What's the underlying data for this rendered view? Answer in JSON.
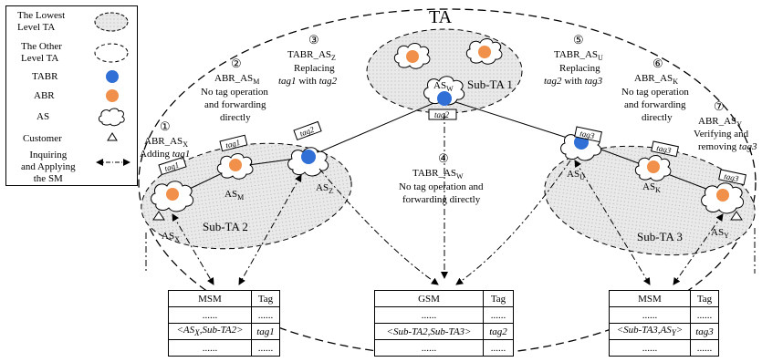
{
  "legend": {
    "lowest_ta": [
      "The Lowest",
      "Level TA"
    ],
    "other_ta": [
      "The Other",
      "Level TA"
    ],
    "tabr": "TABR",
    "abr": "ABR",
    "as": "AS",
    "customer": "Customer",
    "sm": [
      "Inquiring",
      "and Applying",
      "the SM"
    ]
  },
  "colors": {
    "tabr": "#2f6fd6",
    "abr": "#f0904a",
    "sub_ta_fill": "#e6e6e6"
  },
  "ta_title": "TA",
  "sub_tas": {
    "st1": "Sub-TA 1",
    "st2": "Sub-TA 2",
    "st3": "Sub-TA 3"
  },
  "as_labels": {
    "x": "AS",
    "x_sub": "X",
    "m": "AS",
    "m_sub": "M",
    "z": "AS",
    "z_sub": "Z",
    "w": "AS",
    "w_sub": "W",
    "u": "AS",
    "u_sub": "U",
    "k": "AS",
    "k_sub": "K",
    "y": "AS",
    "y_sub": "Y"
  },
  "tags": {
    "t1": "tag1",
    "t2": "tag2",
    "t3": "tag3"
  },
  "steps": {
    "s1": {
      "num": "①",
      "name": "ABR_AS",
      "sub": "X",
      "lines": [
        "Adding "
      ],
      "italic": "tag1"
    },
    "s2": {
      "num": "②",
      "name": "ABR_AS",
      "sub": "M",
      "lines": [
        "No tag operation",
        "and forwarding",
        "directly"
      ]
    },
    "s3": {
      "num": "③",
      "name": "TABR_AS",
      "sub": "Z",
      "line1": "Replacing",
      "line2a": "tag1",
      "line2b": " with ",
      "line2c": "tag2"
    },
    "s4": {
      "num": "④",
      "name": "TABR_AS",
      "sub": "W",
      "lines": [
        "No tag operation and",
        "forwarding directly"
      ]
    },
    "s5": {
      "num": "⑤",
      "name": "TABR_AS",
      "sub": "U",
      "line1": "Replacing",
      "line2a": "tag2",
      "line2b": " with ",
      "line2c": "tag3"
    },
    "s6": {
      "num": "⑥",
      "name": "ABR_AS",
      "sub": "K",
      "lines": [
        "No tag operation",
        "and forwarding",
        "directly"
      ]
    },
    "s7": {
      "num": "⑦",
      "name": "ABR_AS",
      "sub": "Y",
      "line1": "Verifying and",
      "line2a": "removing ",
      "line2b": "tag3"
    }
  },
  "tables": {
    "left": {
      "headers": [
        "MSM",
        "Tag"
      ],
      "rows": [
        [
          "......",
          "......"
        ],
        [
          "<AS",
          "tag1"
        ],
        [
          "......",
          "......"
        ]
      ],
      "key_sub": "X",
      "key_rest": ",Sub-TA2>"
    },
    "middle": {
      "headers": [
        "GSM",
        "Tag"
      ],
      "rows": [
        [
          "......",
          "......"
        ],
        [
          "<Sub-TA2,Sub-TA3>",
          "tag2"
        ],
        [
          "......",
          "......"
        ]
      ]
    },
    "right": {
      "headers": [
        "MSM",
        "Tag"
      ],
      "rows": [
        [
          "......",
          "......"
        ],
        [
          "<Sub-TA3,AS",
          "tag3"
        ],
        [
          "......",
          "......"
        ]
      ],
      "key_sub": "Y",
      "key_rest": ">"
    }
  }
}
